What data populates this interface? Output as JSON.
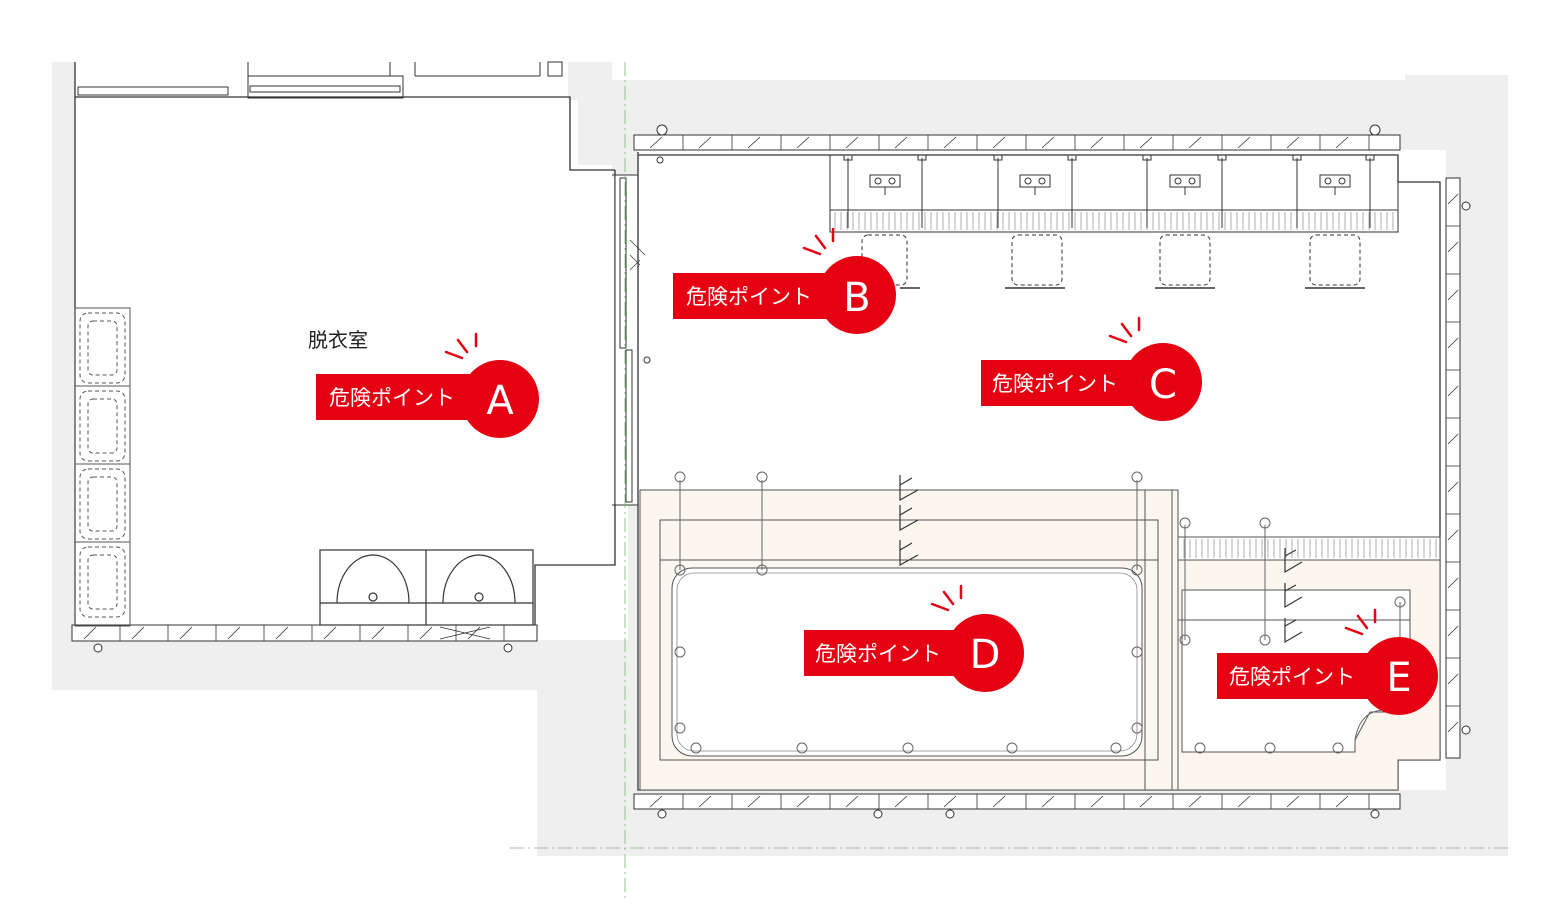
{
  "room_label": "脱衣室",
  "colors": {
    "accent": "#e50012",
    "wall_gray": "#efefef",
    "bath_area": "#fbf7ee",
    "line": "#333333"
  },
  "hazard_points": [
    {
      "id": "A",
      "text": "危険ポイント",
      "letter": "A"
    },
    {
      "id": "B",
      "text": "危険ポイント",
      "letter": "B"
    },
    {
      "id": "C",
      "text": "危険ポイント",
      "letter": "C"
    },
    {
      "id": "D",
      "text": "危険ポイント",
      "letter": "D"
    },
    {
      "id": "E",
      "text": "危険ポイント",
      "letter": "E"
    }
  ]
}
